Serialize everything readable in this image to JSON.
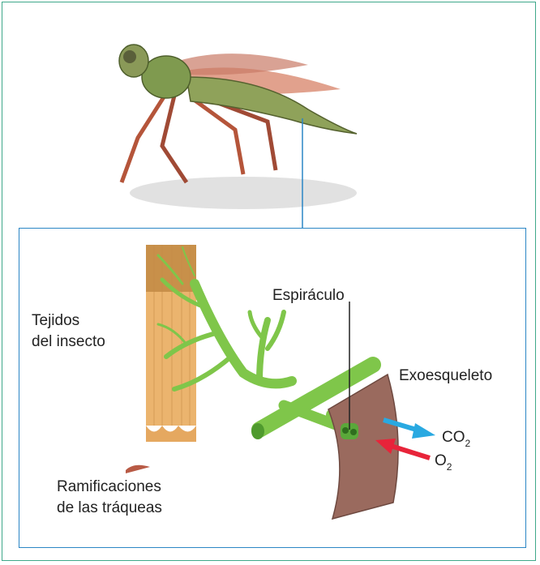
{
  "labels": {
    "tejidos_line1": "Tejidos",
    "tejidos_line2": "del insecto",
    "espiraculo": "Espiráculo",
    "exoesqueleto": "Exoesqueleto",
    "co2_base": "CO",
    "co2_sub": "2",
    "o2_base": "O",
    "o2_sub": "2",
    "ramificaciones_line1": "Ramificaciones",
    "ramificaciones_line2": "de las tráqueas"
  },
  "colors": {
    "outer_border": "#3fa88a",
    "inner_border": "#2b86c5",
    "co2_arrow": "#29a9e1",
    "o2_arrow": "#e8243a",
    "trachea": "#7fc64a",
    "tissue": "#e0a55c",
    "exoskeleton": "#9a6a5e"
  }
}
